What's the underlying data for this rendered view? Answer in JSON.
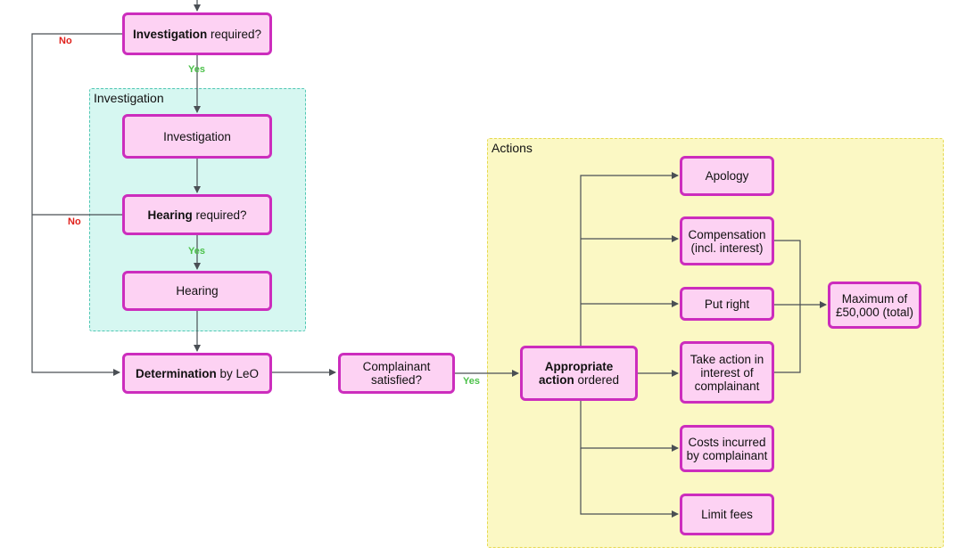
{
  "colors": {
    "node_fill": "#fdd2f3",
    "node_border": "#cc2dbd",
    "investigation_fill": "#d6f7f1",
    "investigation_border": "#52c7b4",
    "actions_fill": "#fbf8c4",
    "actions_border": "#e6d94f",
    "edge": "#4a4f55",
    "yes": "#4cc14a",
    "no": "#e0201b"
  },
  "groups": {
    "investigation": "Investigation",
    "actions": "Actions"
  },
  "nodes": {
    "investigation_required": {
      "bold": "Investigation",
      "rest": " required?"
    },
    "investigation": {
      "text": "Investigation"
    },
    "hearing_required": {
      "bold": "Hearing",
      "rest": " required?"
    },
    "hearing": {
      "text": "Hearing"
    },
    "determination": {
      "bold": "Determination",
      "rest": " by LeO"
    },
    "complainant_satisfied": {
      "line1": "Complainant",
      "line2": "satisfied?"
    },
    "appropriate_action": {
      "bold1": "Appropriate",
      "bold2": "action",
      "rest": " ordered"
    },
    "apology": {
      "text": "Apology"
    },
    "compensation": {
      "line1": "Compensation",
      "line2": "(incl. interest)"
    },
    "put_right": {
      "text": "Put right"
    },
    "take_action": {
      "line1": "Take action in",
      "line2": "interest of",
      "line3": "complainant"
    },
    "costs": {
      "line1": "Costs incurred",
      "line2": "by complainant"
    },
    "limit_fees": {
      "text": "Limit fees"
    },
    "maximum": {
      "line1": "Maximum of",
      "line2": "£50,000 (total)"
    }
  },
  "edge_labels": {
    "no_investigation": "No",
    "yes_investigation": "Yes",
    "no_hearing": "No",
    "yes_hearing": "Yes",
    "yes_satisfied": "Yes"
  }
}
